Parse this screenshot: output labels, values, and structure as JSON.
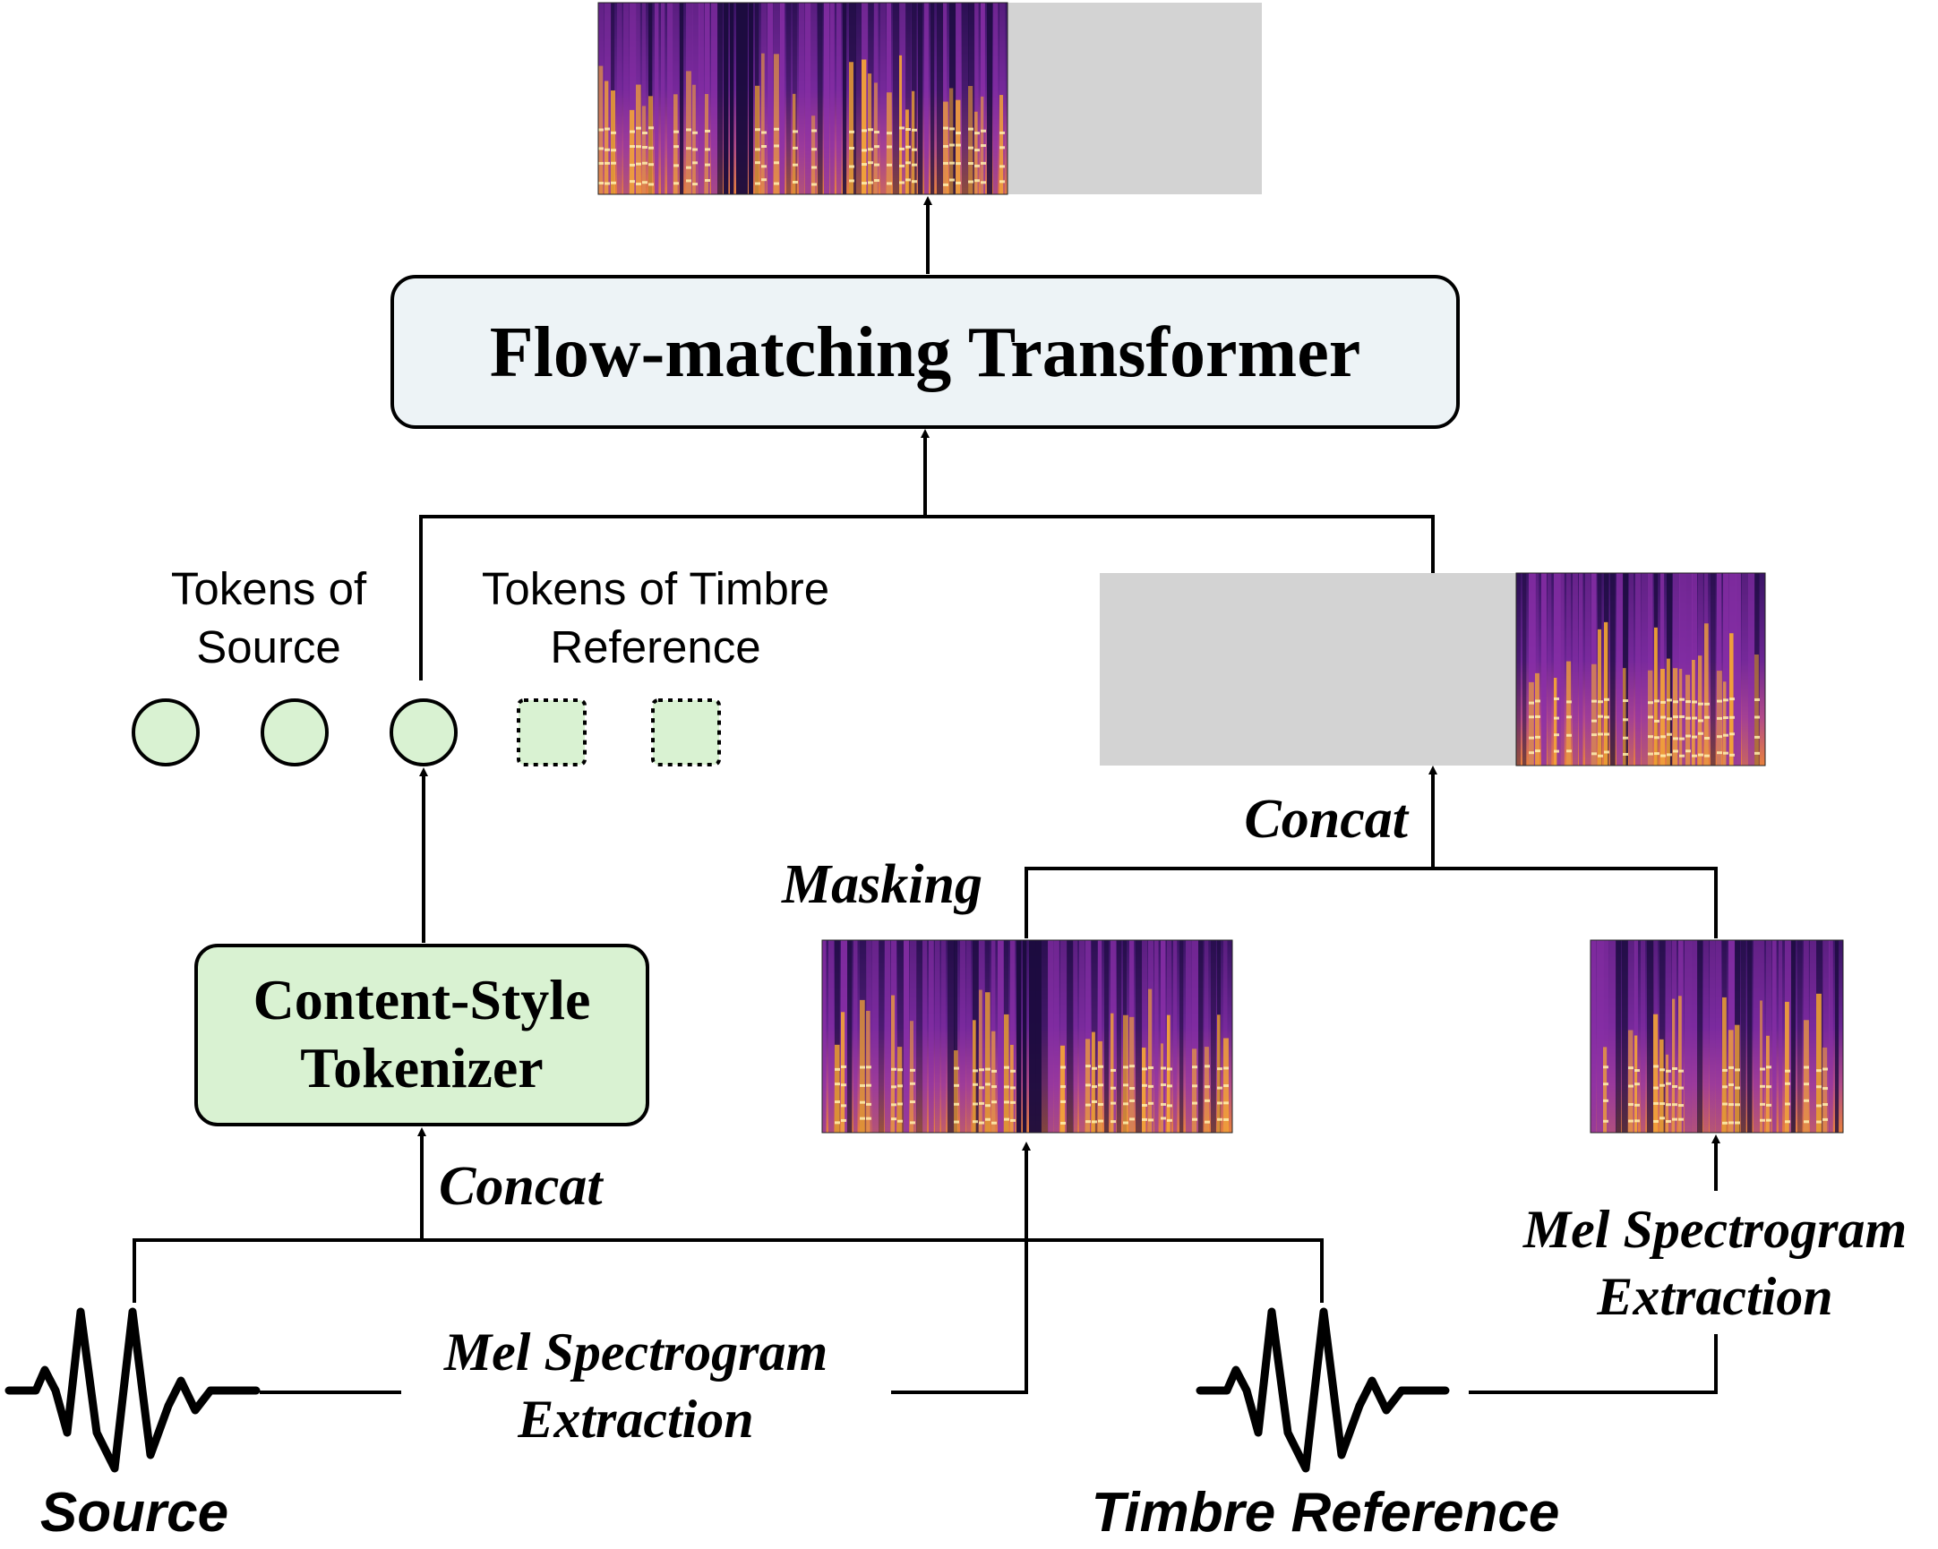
{
  "title_box": {
    "label": "Flow-matching Transformer"
  },
  "tokenizer_box": {
    "line1": "Content-Style",
    "line2": "Tokenizer"
  },
  "tokens": {
    "source_label_1": "Tokens of",
    "source_label_2": "Source",
    "timbre_label_1": "Tokens of Timbre",
    "timbre_label_2": "Reference"
  },
  "labels": {
    "concat_left": "Concat",
    "concat_right": "Concat",
    "masking": "Masking",
    "mel_center_1": "Mel Spectrogram",
    "mel_center_2": "Extraction",
    "mel_right_1": "Mel Spectrogram",
    "mel_right_2": "Extraction",
    "source": "Source",
    "timbre_reference": "Timbre Reference"
  },
  "colors": {
    "title_box_fill": "#edf3f6",
    "tokenizer_fill": "#d9f2d2",
    "token_fill": "#d9f2d2",
    "mask_gray": "#d3d3d3",
    "stroke": "#000000",
    "spectrogram_dark": "#1a0b3d",
    "spectrogram_mid": "#8a2fa8",
    "spectrogram_hot": "#f6a634",
    "spectrogram_peak": "#fff2b0"
  },
  "icons": {
    "source_waveform": "waveform-icon",
    "timbre_waveform": "waveform-icon"
  }
}
